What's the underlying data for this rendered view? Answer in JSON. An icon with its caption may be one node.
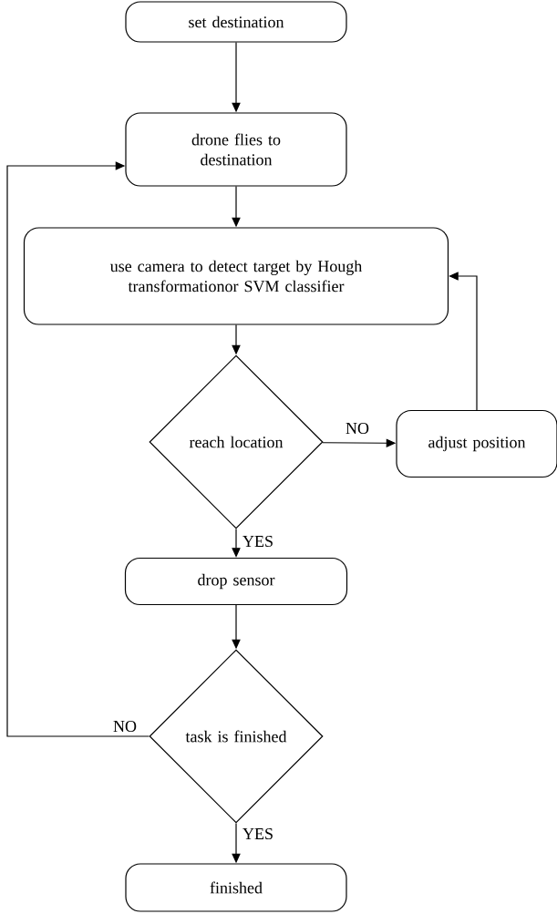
{
  "diagram": {
    "nodes": [
      {
        "text": [
          "set destination"
        ]
      },
      {
        "text": [
          "drone flies to destination"
        ]
      },
      {
        "text": [
          "use camera to detect target by Hough transformationor SVM classifier"
        ]
      },
      {
        "text": [
          "reach location"
        ]
      },
      {
        "text": [
          "adjust position"
        ]
      },
      {
        "text": [
          "drop sensor"
        ]
      },
      {
        "text": [
          "task is finished"
        ]
      },
      {
        "text": [
          "finished"
        ]
      }
    ],
    "edges": [
      {
        "from": 0,
        "to": 1,
        "arrow": "to"
      },
      {
        "from": 1,
        "to": 2,
        "arrow": "to"
      },
      {
        "from": 2,
        "to": 3,
        "arrow": "to"
      },
      {
        "from": 3,
        "to": 4,
        "arrow": "to",
        "label": "NO"
      },
      {
        "from": 4,
        "to": 2,
        "arrow": "to"
      },
      {
        "from": 3,
        "to": 5,
        "arrow": "to",
        "label": "YES"
      },
      {
        "from": 5,
        "to": 6,
        "arrow": "to"
      },
      {
        "from": 6,
        "to": 1,
        "arrow": "to",
        "label": "NO"
      },
      {
        "from": 6,
        "to": 7,
        "arrow": "to",
        "label": "YES"
      }
    ]
  }
}
